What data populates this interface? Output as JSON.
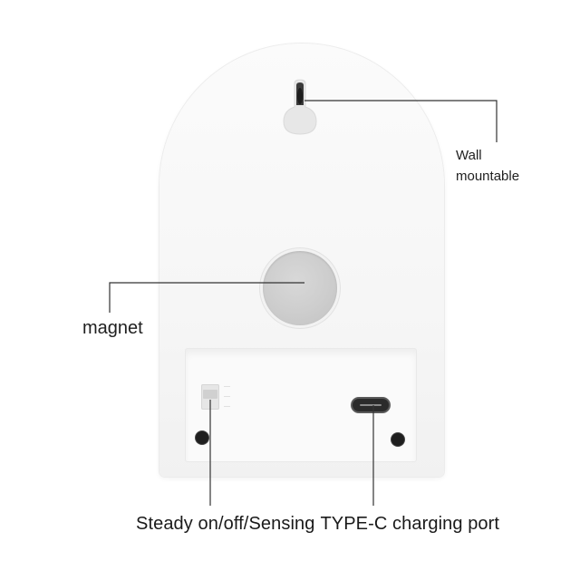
{
  "callouts": {
    "wall_mount": {
      "line1": "Wall",
      "line2": "mountable"
    },
    "magnet": "magnet",
    "switch": "Steady on/off/Sensing",
    "port": "TYPE-C charging port"
  },
  "colors": {
    "background": "#ffffff",
    "device_body": "#f6f6f6",
    "magnet": "#cdcdcd",
    "callout_line": "#333333",
    "port": "#2b2b2b"
  },
  "icons": [
    "keyhole-slot-icon",
    "magnet-disc",
    "slide-switch",
    "usb-c-port",
    "screw"
  ]
}
